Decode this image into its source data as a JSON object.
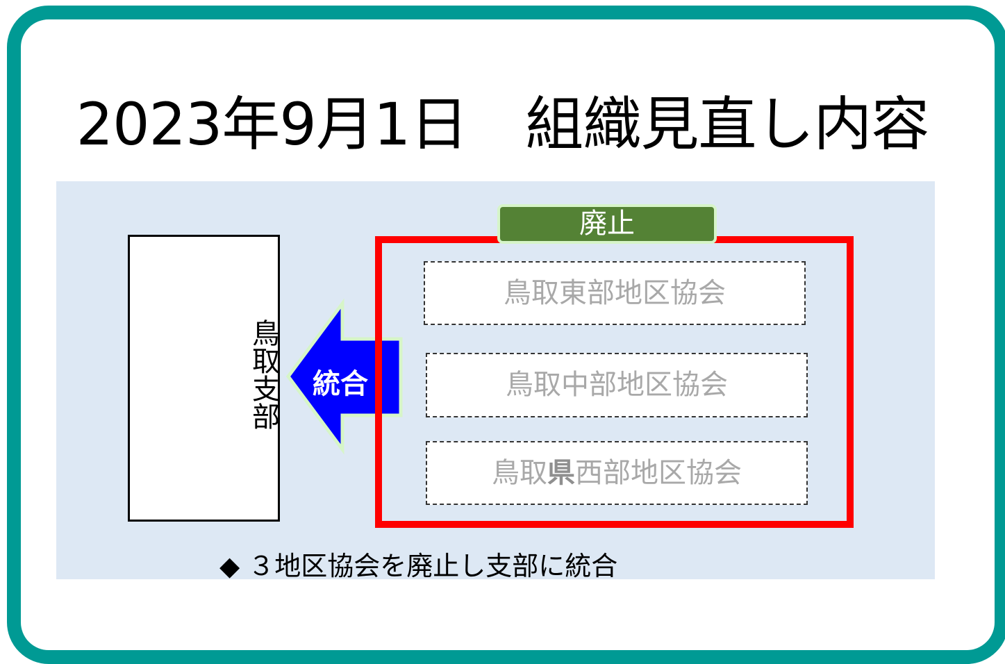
{
  "title": "2023年9月1日　組織見直し内容",
  "branch": {
    "label": "鳥取支部",
    "chars": [
      "鳥",
      "取",
      "支",
      "部"
    ]
  },
  "arrow": {
    "label": "統合"
  },
  "abolish_tag": "廃止",
  "associations": [
    {
      "pre": "鳥取東部地区協会",
      "bold": "",
      "post": ""
    },
    {
      "pre": "鳥取中部地区協会",
      "bold": "",
      "post": ""
    },
    {
      "pre": "鳥取",
      "bold": "県",
      "post": "西部地区協会"
    }
  ],
  "note": "◆ ３地区協会を廃止し支部に統合",
  "colors": {
    "frame": "#009a94",
    "panel": "#dde8f4",
    "red_border": "#ff0000",
    "tag": "#548235",
    "arrow": "#0000ff"
  }
}
